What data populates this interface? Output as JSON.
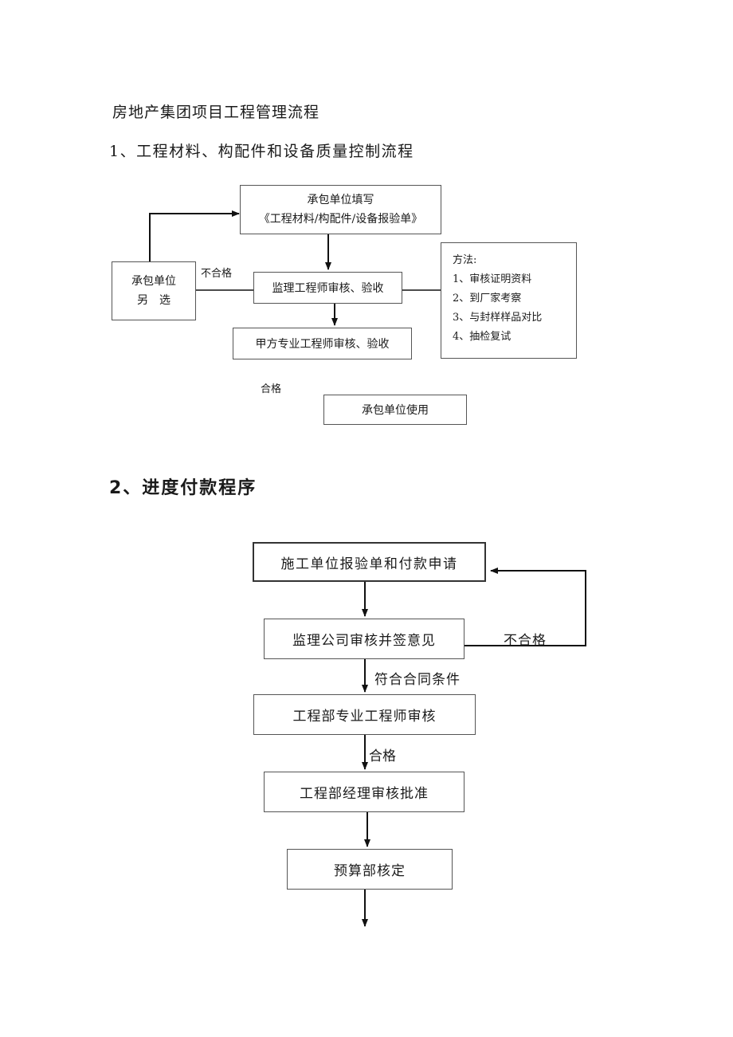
{
  "doc_title": "房地产集团项目工程管理流程",
  "section1": {
    "heading": "1、工程材料、构配件和设备质量控制流程",
    "box_fill_line1": "承包单位填写",
    "box_fill_line2": "《工程材料/构配件/设备报验单》",
    "box_supervisor": "监理工程师审核、验收",
    "box_owner": "甲方专业工程师审核、验收",
    "box_alt_line1": "承包单位",
    "box_alt_line2": "另　选",
    "label_fail": "不合格",
    "label_pass": "合格",
    "box_use": "承包单位使用",
    "methods": {
      "title": "方法:",
      "items": [
        "1、审核证明资料",
        "2、到厂家考察",
        "3、与封样样品对比",
        "4、抽检复试"
      ]
    }
  },
  "section2": {
    "heading": "2、进度付款程序",
    "step1": "施工单位报验单和付款申请",
    "step2": "监理公司审核并签意见",
    "label_fail": "不合格",
    "label_contract": "符合合同条件",
    "step3": "工程部专业工程师审核",
    "label_pass": "合格",
    "step4": "工程部经理审核批准",
    "step5": "预算部核定"
  }
}
